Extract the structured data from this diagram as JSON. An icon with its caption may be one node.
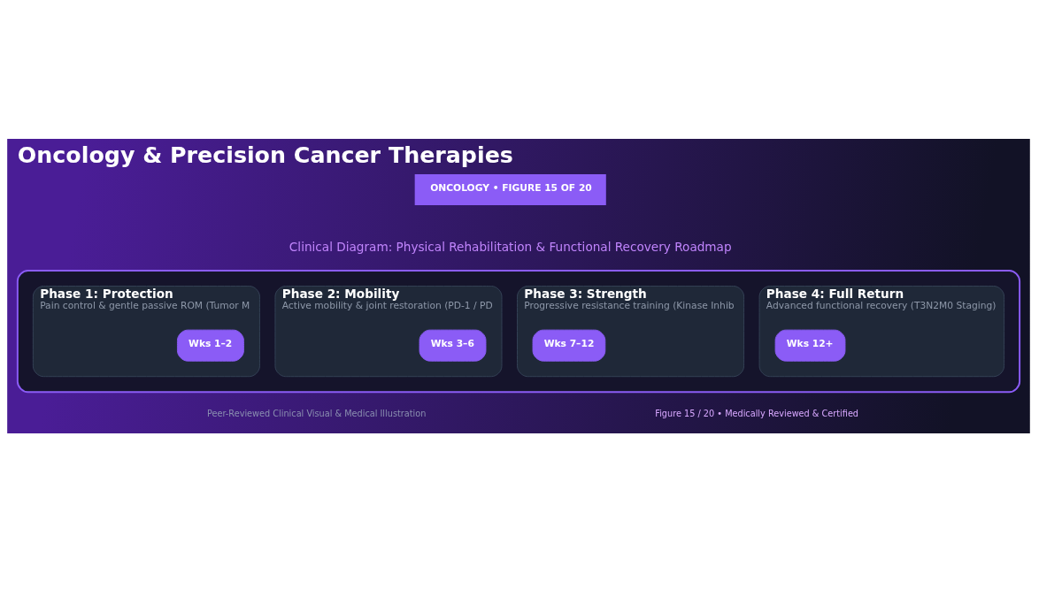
{
  "diagram": {
    "title": "Oncology & Precision Cancer Therapies",
    "nodes": [
      {
        "text": [],
        "shape": "box"
      },
      {
        "text": [
          "Phase 1: Protection",
          "Pain control & gentle passive ROM (Tumor M"
        ],
        "in": 0
      },
      {
        "text": [
          "Wks 1–2"
        ],
        "in": 1
      },
      {
        "text": [
          "Phase 2: Mobility",
          "Active mobility & joint restoration (PD-1 / PD"
        ],
        "in": 0
      },
      {
        "text": [
          "Wks 3–6"
        ],
        "in": 3
      },
      {
        "text": [
          "Phase 3: Strength",
          "Progressive resistance training (Kinase Inhib"
        ],
        "in": 0
      },
      {
        "text": [
          "Wks 7–12"
        ],
        "in": 5
      },
      {
        "text": [
          "Phase 4: Full Return",
          "Advanced functional recovery (T3N2M0 Staging)"
        ],
        "in": 0
      },
      {
        "text": [
          "Wks 12+"
        ],
        "in": 7
      }
    ],
    "labels": [
      "ONCOLOGY • FIGURE 15 OF 20",
      "Clinical Diagram: Physical Rehabilitation & Functional Recovery Roadmap",
      "Peer-Reviewed Clinical Visual & Medical Illustration",
      "Figure 15 / 20 • Medically Reviewed & Certified"
    ]
  }
}
